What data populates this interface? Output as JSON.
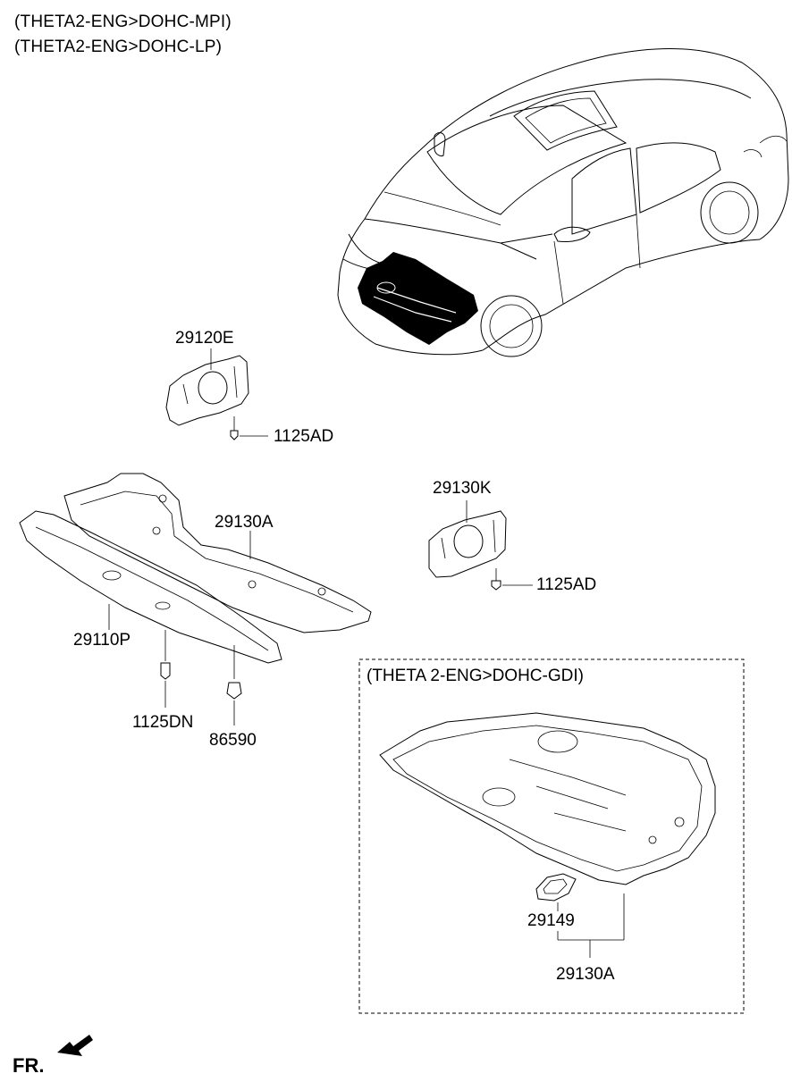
{
  "header": {
    "line1": "(THETA2-ENG>DOHC-MPI)",
    "line2": "(THETA2-ENG>DOHC-LP)"
  },
  "labels": {
    "p29120E": "29120E",
    "p1125AD_a": "1125AD",
    "p29130K": "29130K",
    "p1125AD_b": "1125AD",
    "p29130A_a": "29130A",
    "p29110P": "29110P",
    "p1125DN": "1125DN",
    "p86590": "86590",
    "gdi_title": "(THETA 2-ENG>DOHC-GDI)",
    "p29149": "29149",
    "p29130A_b": "29130A"
  },
  "footer": {
    "direction": "FR."
  },
  "icons": {
    "front_arrow": "arrow-icon"
  }
}
